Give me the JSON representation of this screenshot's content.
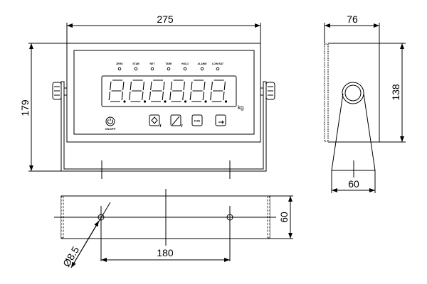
{
  "front_view": {
    "width_dim": "275",
    "height_dim": "179",
    "indicators": [
      "ZERO",
      "STAB",
      "NET",
      "TARE",
      "HOLD",
      "ALARM",
      "LOW BAT"
    ],
    "digit_count": 6,
    "unit": "kg",
    "power_label": "ON/OFF",
    "key_fun": "FUN"
  },
  "side_view": {
    "depth_dim": "76",
    "height_dim": "138",
    "base_dim": "60"
  },
  "bottom_view": {
    "hole_spacing_dim": "180",
    "hole_diameter_dim": "Ø8.5",
    "width_dim": "60"
  }
}
